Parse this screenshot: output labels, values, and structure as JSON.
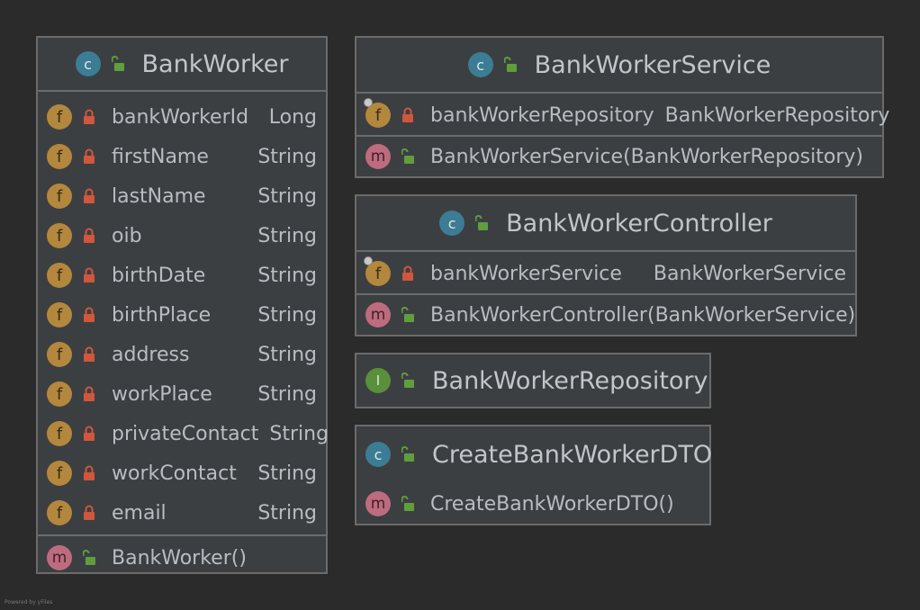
{
  "bank_worker": {
    "class_name": "BankWorker",
    "fields": [
      {
        "name": "bankWorkerId",
        "type": "Long"
      },
      {
        "name": "firstName",
        "type": "String"
      },
      {
        "name": "lastName",
        "type": "String"
      },
      {
        "name": "oib",
        "type": "String"
      },
      {
        "name": "birthDate",
        "type": "String"
      },
      {
        "name": "birthPlace",
        "type": "String"
      },
      {
        "name": "address",
        "type": "String"
      },
      {
        "name": "workPlace",
        "type": "String"
      },
      {
        "name": "privateContact",
        "type": "String"
      },
      {
        "name": "workContact",
        "type": "String"
      },
      {
        "name": "email",
        "type": "String"
      }
    ],
    "methods": [
      {
        "name": "BankWorker()"
      }
    ]
  },
  "bank_worker_service": {
    "class_name": "BankWorkerService",
    "fields": [
      {
        "name": "bankWorkerRepository",
        "type": "BankWorkerRepository"
      }
    ],
    "methods": [
      {
        "name": "BankWorkerService(BankWorkerRepository)"
      }
    ]
  },
  "bank_worker_controller": {
    "class_name": "BankWorkerController",
    "fields": [
      {
        "name": "bankWorkerService",
        "type": "BankWorkerService"
      }
    ],
    "methods": [
      {
        "name": "BankWorkerController(BankWorkerService)"
      }
    ]
  },
  "bank_worker_repository": {
    "interface_name": "BankWorkerRepository"
  },
  "create_bank_worker_dto": {
    "class_name": "CreateBankWorkerDTO",
    "methods": [
      {
        "name": "CreateBankWorkerDTO()"
      }
    ]
  },
  "badges": {
    "class": "c",
    "field": "f",
    "method": "m",
    "interface": "I"
  },
  "icons": {
    "class": "class-icon",
    "field": "field-icon",
    "method": "method-icon",
    "interface": "interface-icon",
    "private": "lock-closed-icon",
    "public": "lock-open-icon"
  },
  "colors": {
    "background": "#2b2b2b",
    "box": "#3c3f41",
    "border": "#6b6b6b",
    "class_badge": "#3c7c95",
    "field_badge": "#b3873d",
    "method_badge": "#bc6c7e",
    "interface_badge": "#5a8f3c",
    "private_lock": "#d0563c",
    "public_lock": "#5f9e3d"
  },
  "footer": "Powered by yFiles"
}
